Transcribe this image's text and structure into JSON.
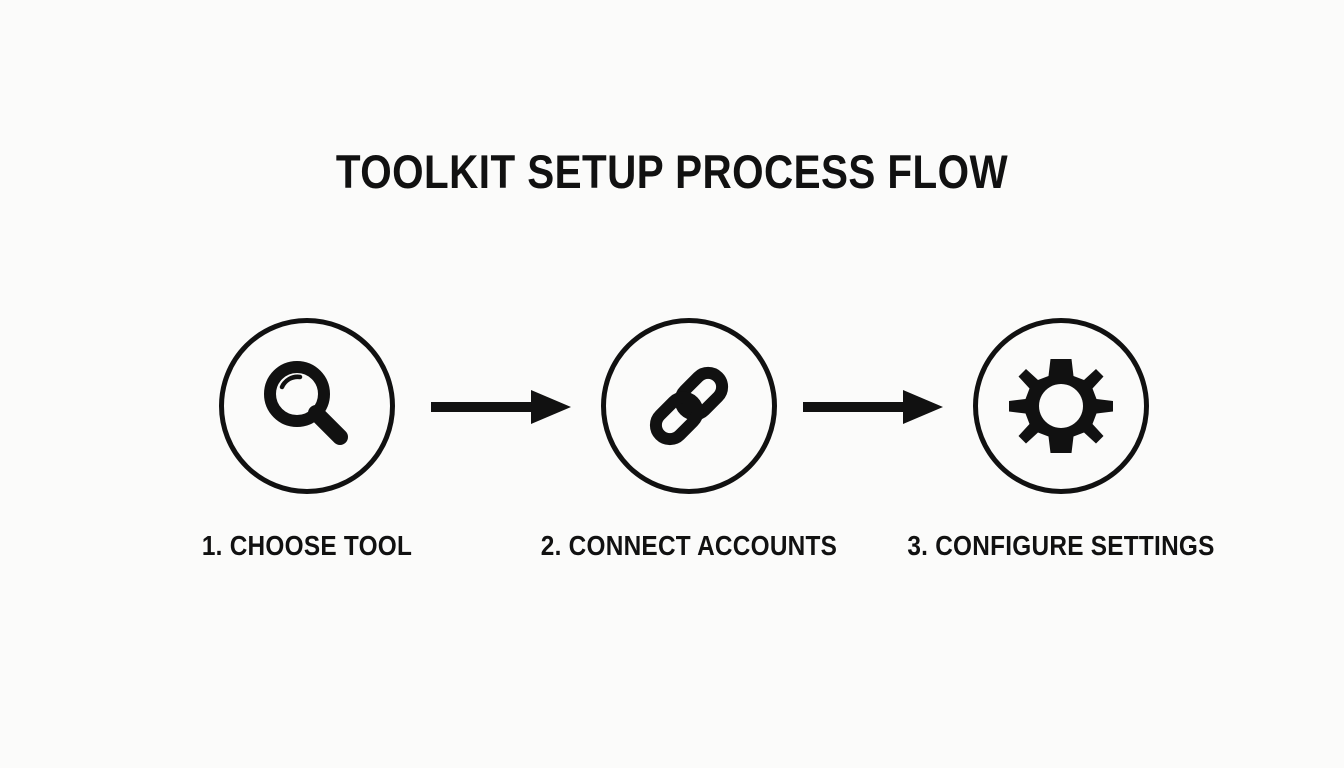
{
  "diagram": {
    "title": "TOOLKIT SETUP PROCESS FLOW",
    "type": "process-flow",
    "orientation": "horizontal",
    "background_color": "#fbfbfa",
    "ink_color": "#111111",
    "steps": [
      {
        "number": "1.",
        "label": "1. CHOOSE TOOL",
        "icon": "magnifier-icon",
        "icon_description": "magnifying glass"
      },
      {
        "number": "2.",
        "label": "2. CONNECT ACCOUNTS",
        "icon": "chain-link-icon",
        "icon_description": "two interlocking chain links"
      },
      {
        "number": "3.",
        "label": "3. CONFIGURE SETTINGS",
        "icon": "gear-icon",
        "icon_description": "cog wheel with eight teeth"
      }
    ],
    "connectors": [
      {
        "name": "arrow-step1-to-step2",
        "direction": "right"
      },
      {
        "name": "arrow-step2-to-step3",
        "direction": "right"
      }
    ]
  }
}
